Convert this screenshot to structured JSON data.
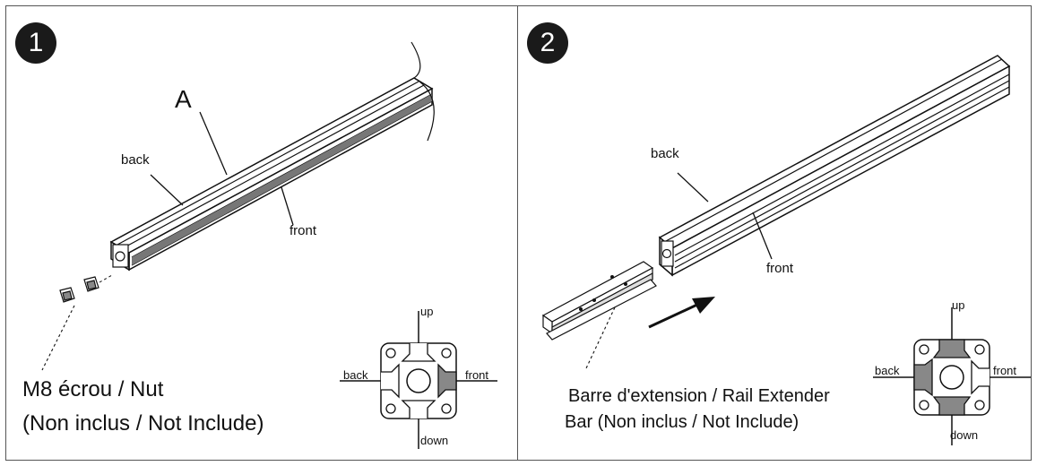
{
  "panel1": {
    "step": "1",
    "label_a": "A",
    "label_back": "back",
    "label_front": "front",
    "caption_line1": "M8 écrou / Nut",
    "caption_line2": "(Non inclus / Not Include)",
    "profile": {
      "up": "up",
      "down": "down",
      "back": "back",
      "front": "front"
    }
  },
  "panel2": {
    "step": "2",
    "label_back": "back",
    "label_front": "front",
    "caption_line1": "Barre d'extension / Rail Extender",
    "caption_line2": "Bar (Non inclus / Not Include)",
    "profile": {
      "up": "up",
      "down": "down",
      "back": "back",
      "front": "front"
    }
  }
}
